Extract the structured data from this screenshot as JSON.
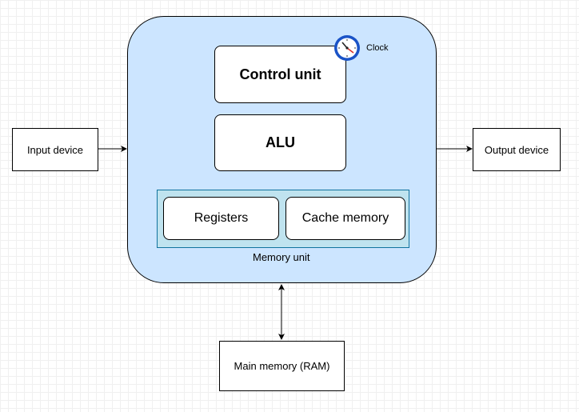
{
  "nodes": {
    "input_device": "Input device",
    "output_device": "Output device",
    "control_unit": "Control unit",
    "alu": "ALU",
    "registers": "Registers",
    "cache_memory": "Cache memory",
    "memory_unit": "Memory unit",
    "main_memory": "Main memory (RAM)",
    "clock": "Clock"
  },
  "colors": {
    "cpu_fill": "#cce5ff",
    "memory_unit_fill": "#bfe3ef",
    "memory_unit_border": "#10739e",
    "clock_ring": "#1a53c7"
  },
  "icons": [
    "clock-icon"
  ],
  "edges": [
    {
      "from": "Input device",
      "to": "CPU",
      "arrow": "single"
    },
    {
      "from": "CPU",
      "to": "Output device",
      "arrow": "single"
    },
    {
      "from": "CPU",
      "to": "Main memory (RAM)",
      "arrow": "double"
    }
  ]
}
